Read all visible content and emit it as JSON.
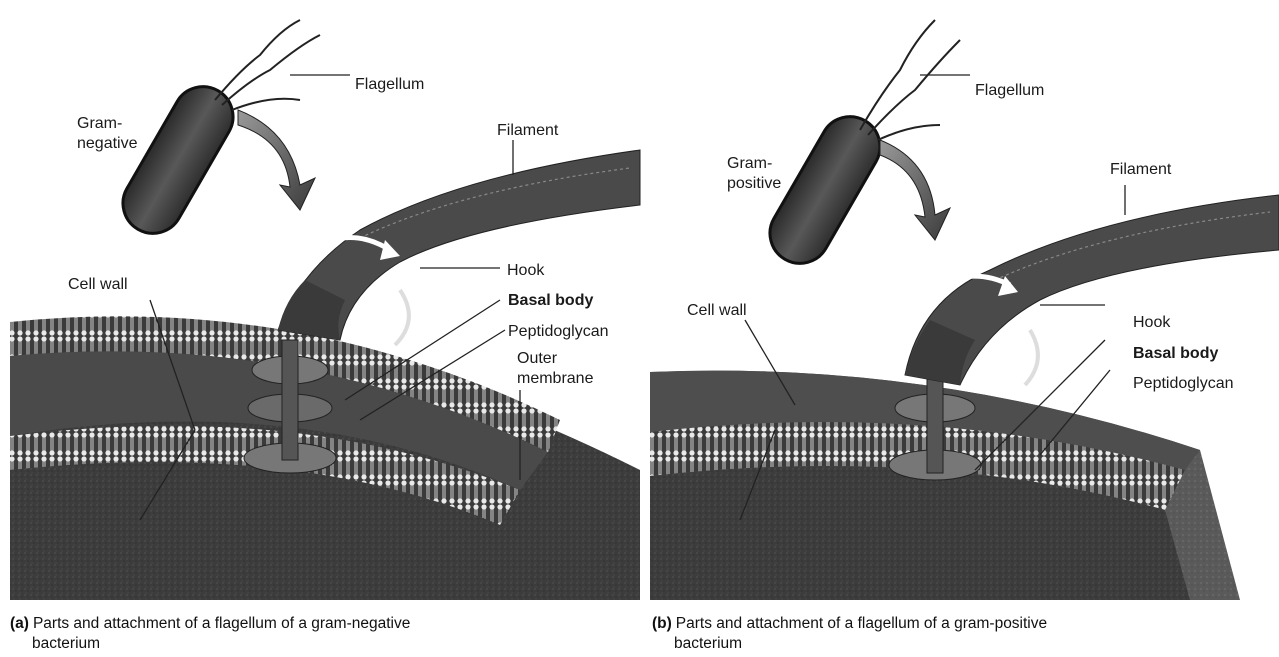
{
  "panel_a": {
    "cell_type_line1": "Gram-",
    "cell_type_line2": "negative",
    "flagellum": "Flagellum",
    "filament": "Filament",
    "hook": "Hook",
    "basal_body": "Basal body",
    "peptidoglycan": "Peptidoglycan",
    "outer_membrane_line1": "Outer",
    "outer_membrane_line2": "membrane",
    "cell_wall": "Cell wall",
    "caption_tag": "(a)",
    "caption_line1": "Parts and attachment of a flagellum of a gram-negative",
    "caption_line2": "bacterium"
  },
  "panel_b": {
    "cell_type_line1": "Gram-",
    "cell_type_line2": "positive",
    "flagellum": "Flagellum",
    "filament": "Filament",
    "hook": "Hook",
    "basal_body": "Basal body",
    "peptidoglycan": "Peptidoglycan",
    "cell_wall": "Cell wall",
    "caption_tag": "(b)",
    "caption_line1": "Parts and attachment of a flagellum of a gram-positive",
    "caption_line2": "bacterium"
  }
}
